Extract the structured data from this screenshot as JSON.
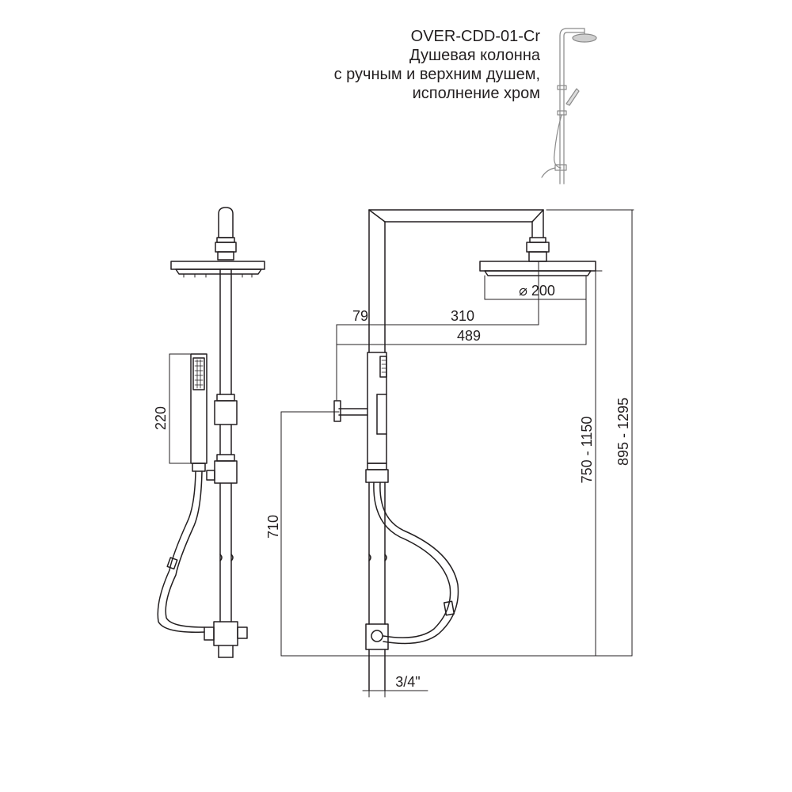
{
  "header": {
    "model": "OVER-CDD-01-Cr",
    "line1": "Душевая колонна",
    "line2": "с ручным и верхним душем,",
    "line3": "исполнение хром"
  },
  "dimensions": {
    "hand_shower_length": "220",
    "mixer_height": "710",
    "offset_79": "79",
    "reach_310": "310",
    "total_reach": "489",
    "head_diameter": "⌀ 200",
    "height_range_1": "750 - 1150",
    "height_range_2": "895 - 1295",
    "connection": "3/4\""
  },
  "colors": {
    "line": "#231f20",
    "background": "#ffffff"
  }
}
